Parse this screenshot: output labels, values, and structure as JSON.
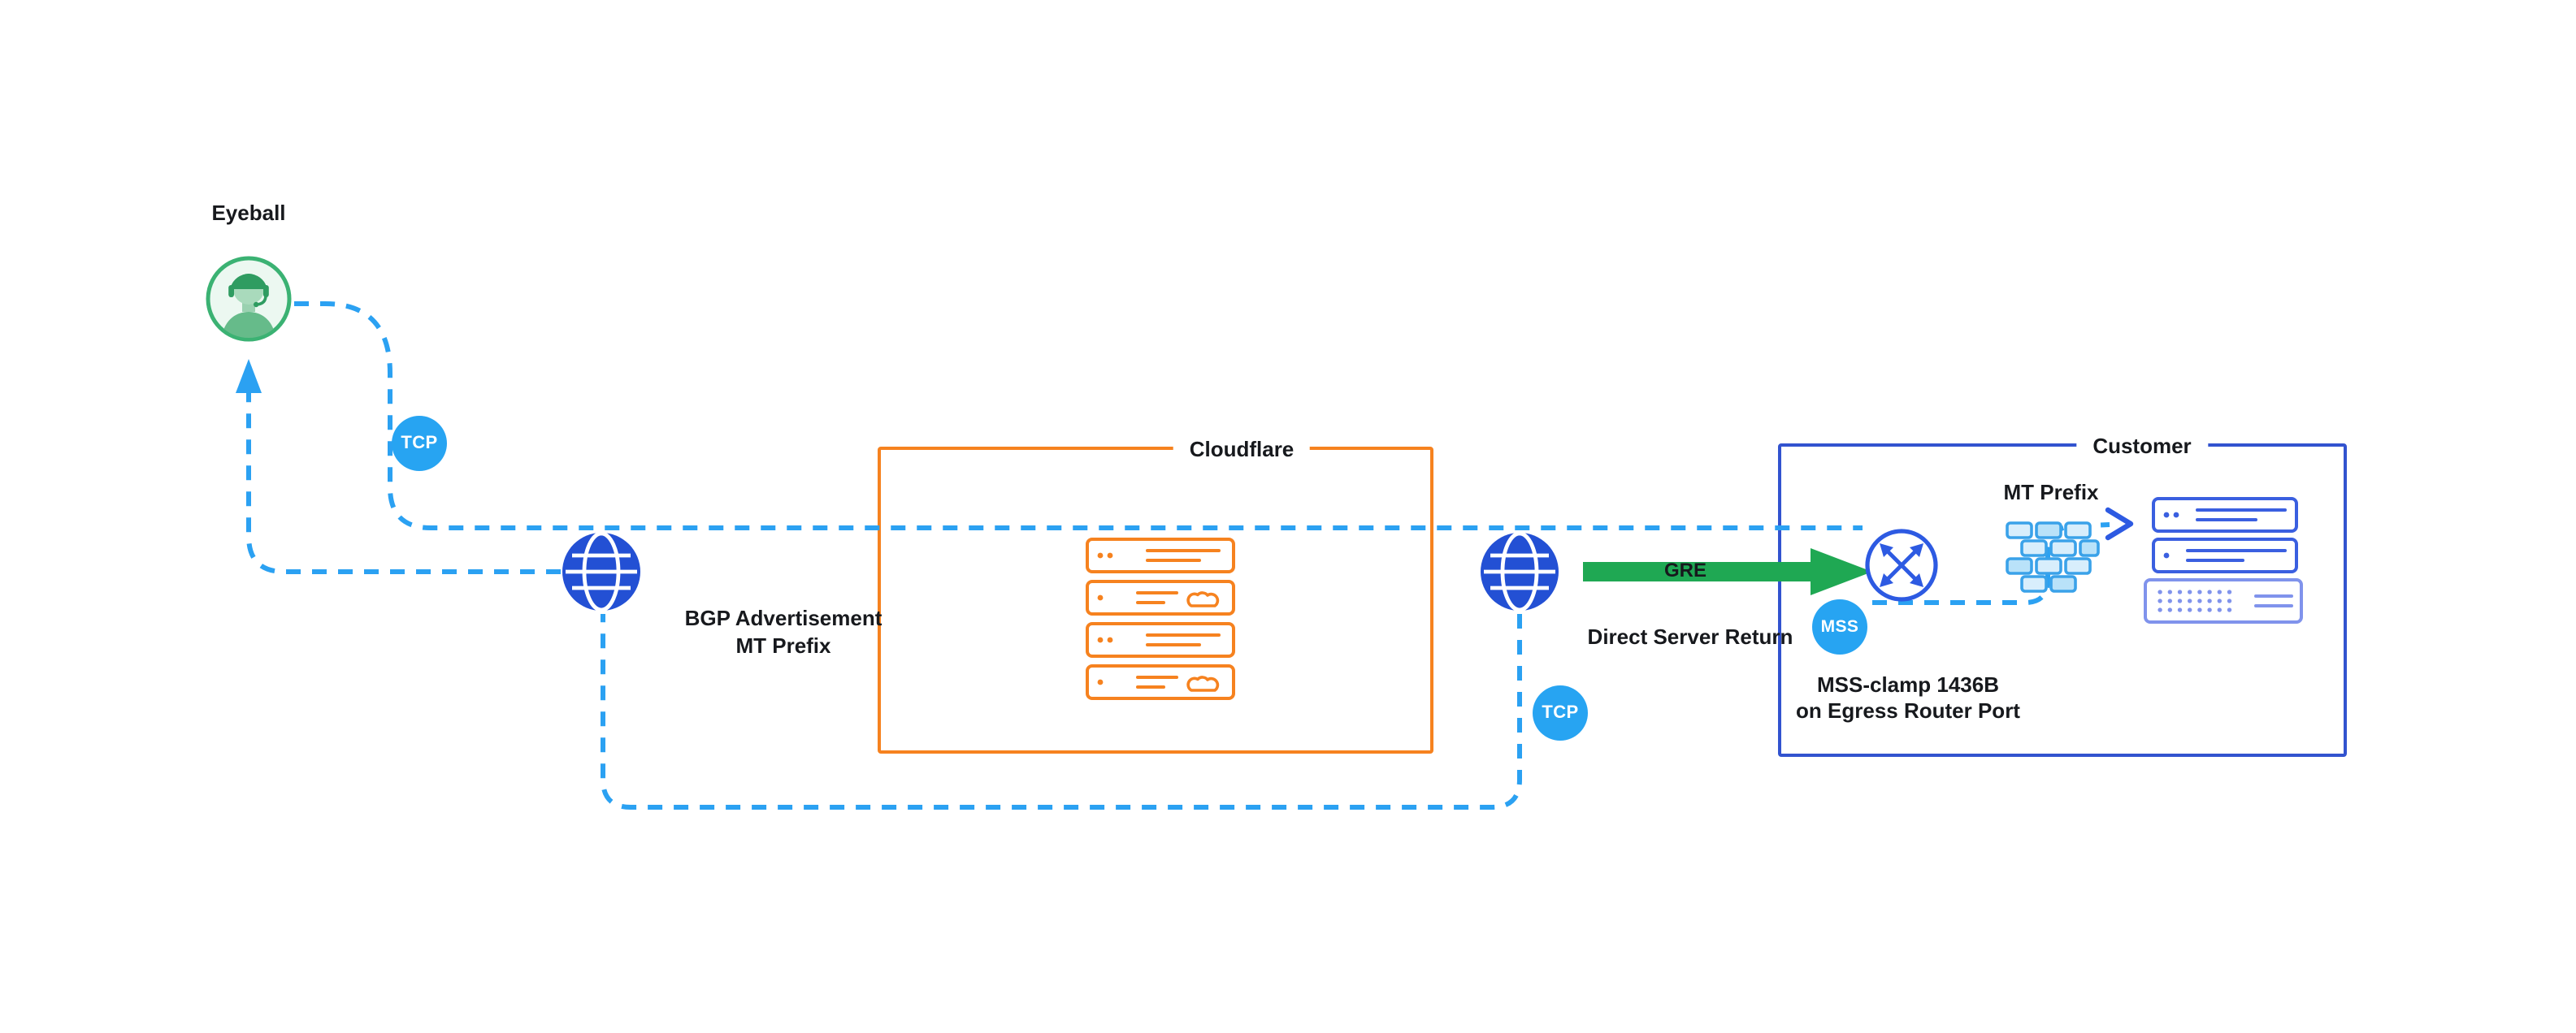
{
  "eyeball": {
    "label": "Eyeball"
  },
  "badges": {
    "tcp_ingress": "TCP",
    "tcp_return": "TCP",
    "mss": "MSS"
  },
  "cloudflare_box": {
    "title": "Cloudflare"
  },
  "customer_box": {
    "title": "Customer",
    "mt_prefix_label": "MT Prefix"
  },
  "labels": {
    "bgp_line1": "BGP Advertisement",
    "bgp_line2": "MT Prefix",
    "gre": "GRE",
    "direct_server_return": "Direct Server Return",
    "mss_clamp_line1": "MSS-clamp 1436B",
    "mss_clamp_line2": "on Egress Router Port"
  },
  "icons": {
    "eyeball": "headset-person-icon",
    "internet_left": "globe-icon",
    "internet_right": "globe-icon",
    "cloudflare": "server-stack-icon",
    "router": "router-arrows-icon",
    "firewall": "brick-wall-icon",
    "customer_servers": "server-rack-icon",
    "gre_arrow": "green-arrow-icon",
    "return_arrow": "up-arrowhead-icon",
    "server_arrow": "chevron-right-icon"
  },
  "colors": {
    "flow_blue": "#2BA1F2",
    "badge_blue": "#27A4F2",
    "globe_blue": "#2350D4",
    "router_blue": "#2D5AE2",
    "customer_border_blue": "#3253CF",
    "cloudflare_orange": "#F6821F",
    "gre_green": "#1FA853",
    "eyeball_green": "#3BB273",
    "firewall_blue": "#3AA2E9",
    "text": "#17191D"
  }
}
